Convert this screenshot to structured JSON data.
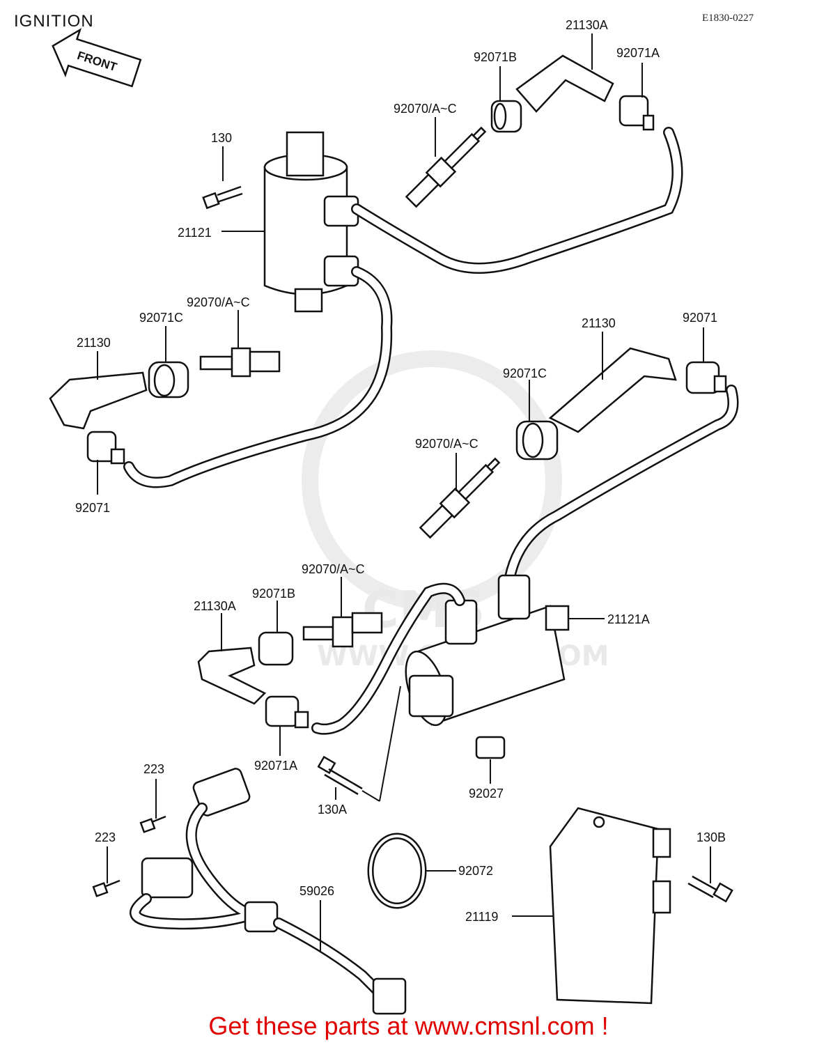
{
  "title": "IGNITION",
  "code": "E1830-0227",
  "front_label": "FRONT",
  "watermark": {
    "logo": "CMS",
    "url": "WWW.CMSNL.COM"
  },
  "footer": "Get these parts at www.cmsnl.com !",
  "callouts": {
    "c21130A_top": "21130A",
    "c92071B_top": "92071B",
    "c92071A_top": "92071A",
    "c92070_top": "92070/A~C",
    "c130": "130",
    "c21121": "21121",
    "c92070_left": "92070/A~C",
    "c92071C_left": "92071C",
    "c21130_left": "21130",
    "c92071_left": "92071",
    "c21130_right": "21130",
    "c92071_right": "92071",
    "c92071C_right": "92071C",
    "c92070_right": "92070/A~C",
    "c92070_mid": "92070/A~C",
    "c92071B_mid": "92071B",
    "c21130A_mid": "21130A",
    "c21121A": "21121A",
    "c92071A_mid": "92071A",
    "c130A": "130A",
    "c92027": "92027",
    "c223_a": "223",
    "c223_b": "223",
    "c92072": "92072",
    "c59026": "59026",
    "c130B": "130B",
    "c21119": "21119"
  }
}
